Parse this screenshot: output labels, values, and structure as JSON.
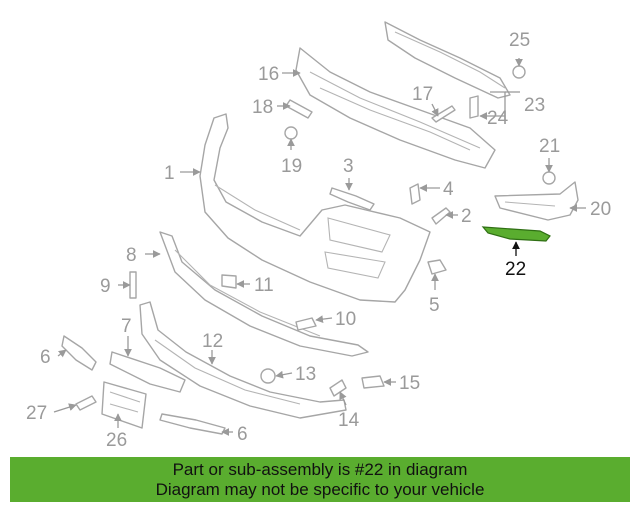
{
  "diagram": {
    "highlighted_part": "22",
    "highlight_color": "#5aad2f",
    "callouts": [
      "1",
      "2",
      "3",
      "4",
      "5",
      "6",
      "6",
      "7",
      "8",
      "9",
      "10",
      "11",
      "12",
      "13",
      "14",
      "15",
      "16",
      "17",
      "18",
      "19",
      "20",
      "21",
      "22",
      "23",
      "24",
      "25",
      "26",
      "27"
    ]
  },
  "banner": {
    "line1": "Part or sub-assembly is #22 in diagram",
    "line2": "Diagram may not be specific to your vehicle",
    "color": "#5aad2f"
  }
}
